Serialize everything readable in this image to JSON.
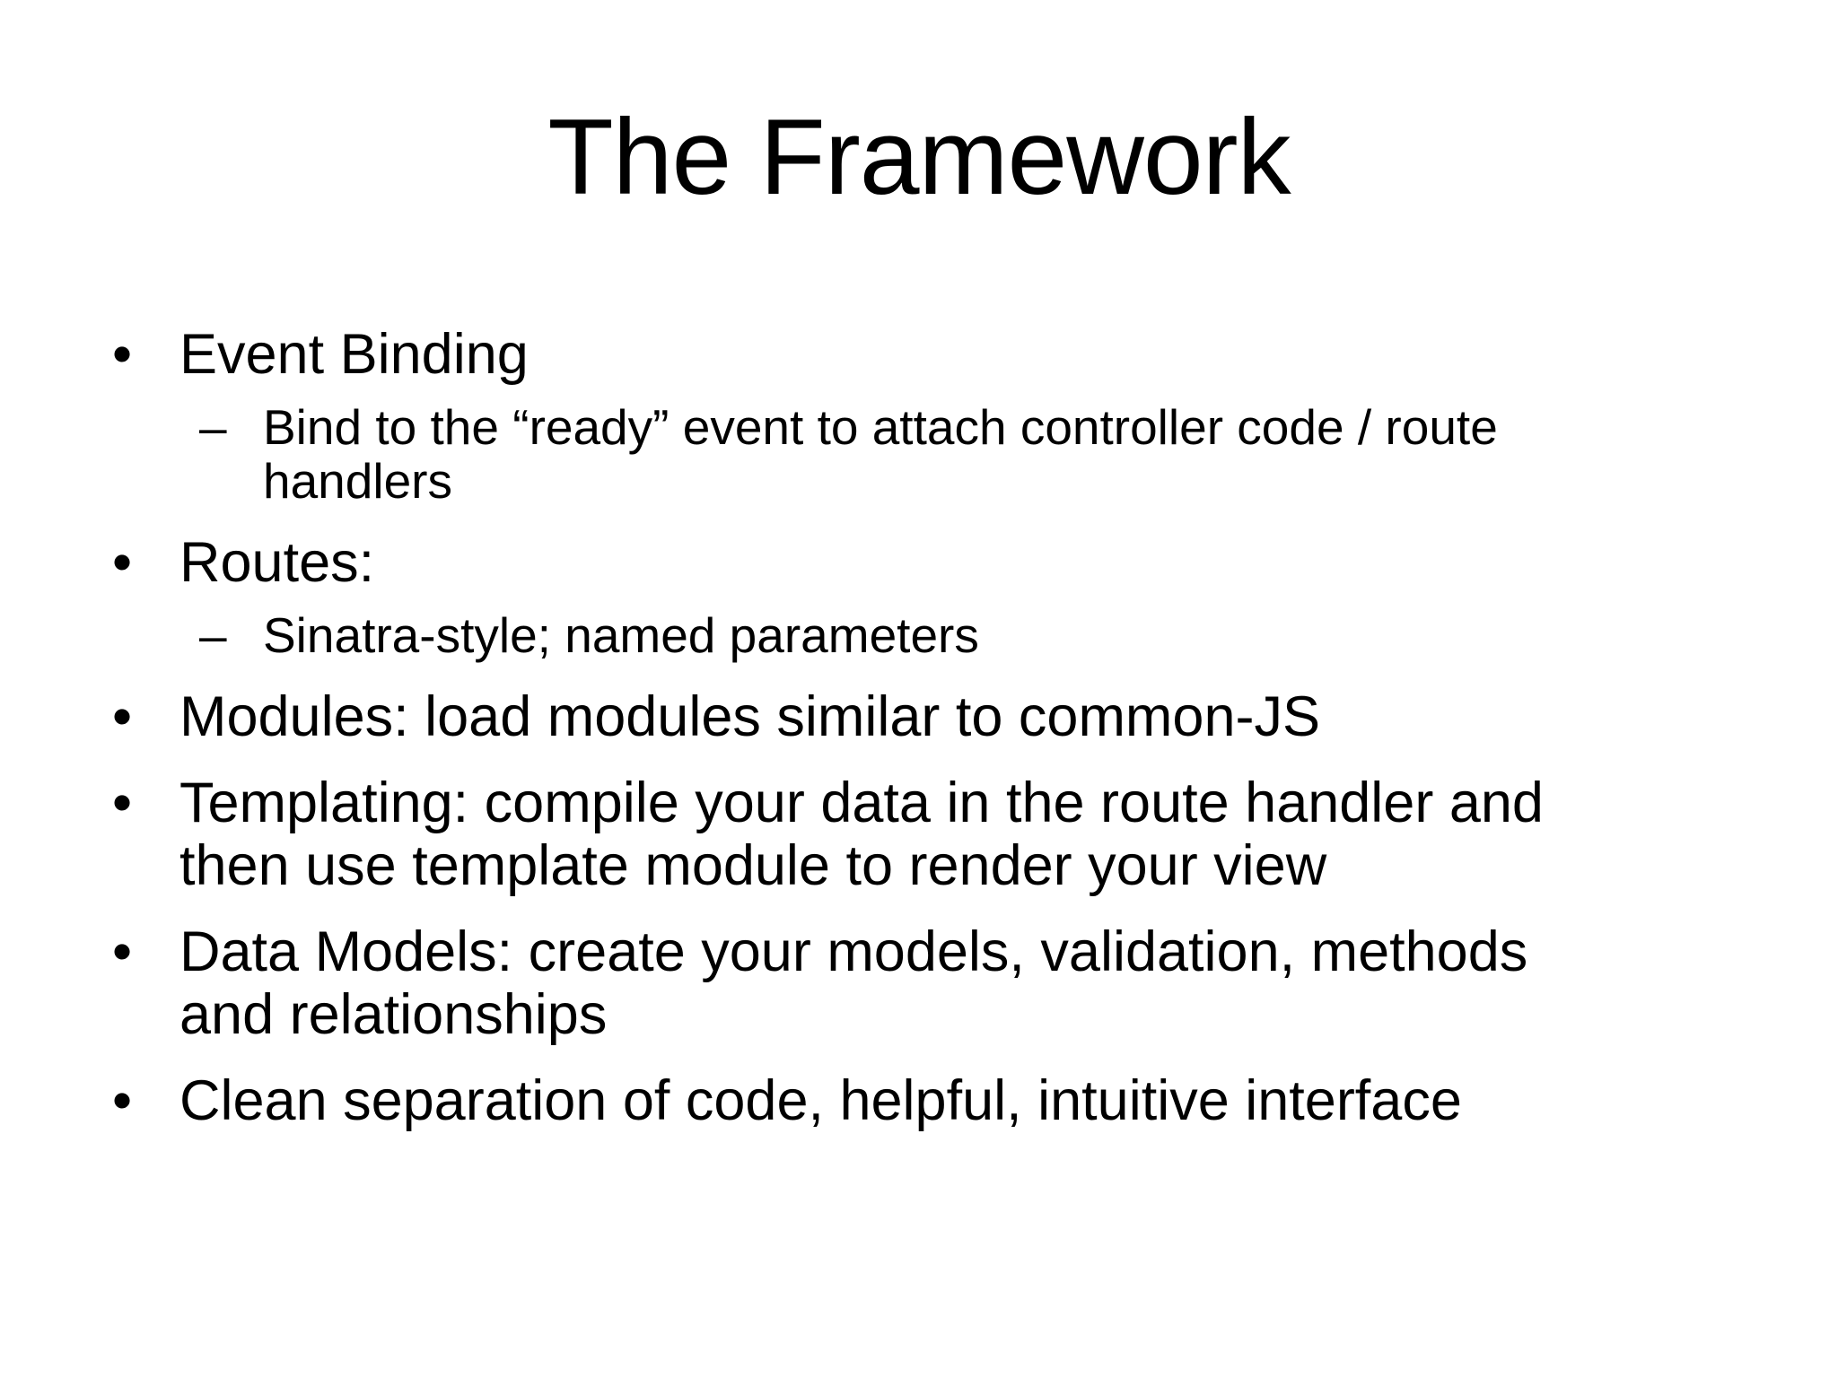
{
  "slide": {
    "title": "The Framework",
    "bullets": [
      {
        "level": 1,
        "marker": "•",
        "lines": [
          "Event Binding"
        ]
      },
      {
        "level": 2,
        "marker": "–",
        "lines": [
          "Bind to the “ready” event to attach controller code / route",
          "handlers"
        ]
      },
      {
        "level": 1,
        "marker": "•",
        "lines": [
          "Routes:"
        ]
      },
      {
        "level": 2,
        "marker": "–",
        "lines": [
          "Sinatra-style; named parameters"
        ]
      },
      {
        "level": 1,
        "marker": "•",
        "lines": [
          "Modules: load modules similar to common-JS"
        ]
      },
      {
        "level": 1,
        "marker": "•",
        "lines": [
          "Templating: compile your data in the route handler and",
          "then use template module to render your view"
        ]
      },
      {
        "level": 1,
        "marker": "•",
        "lines": [
          "Data Models: create your models, validation, methods",
          "and relationships"
        ]
      },
      {
        "level": 1,
        "marker": "•",
        "lines": [
          "Clean separation of code, helpful, intuitive interface"
        ]
      }
    ],
    "colors": {
      "background": "#ffffff",
      "text": "#000000"
    }
  }
}
